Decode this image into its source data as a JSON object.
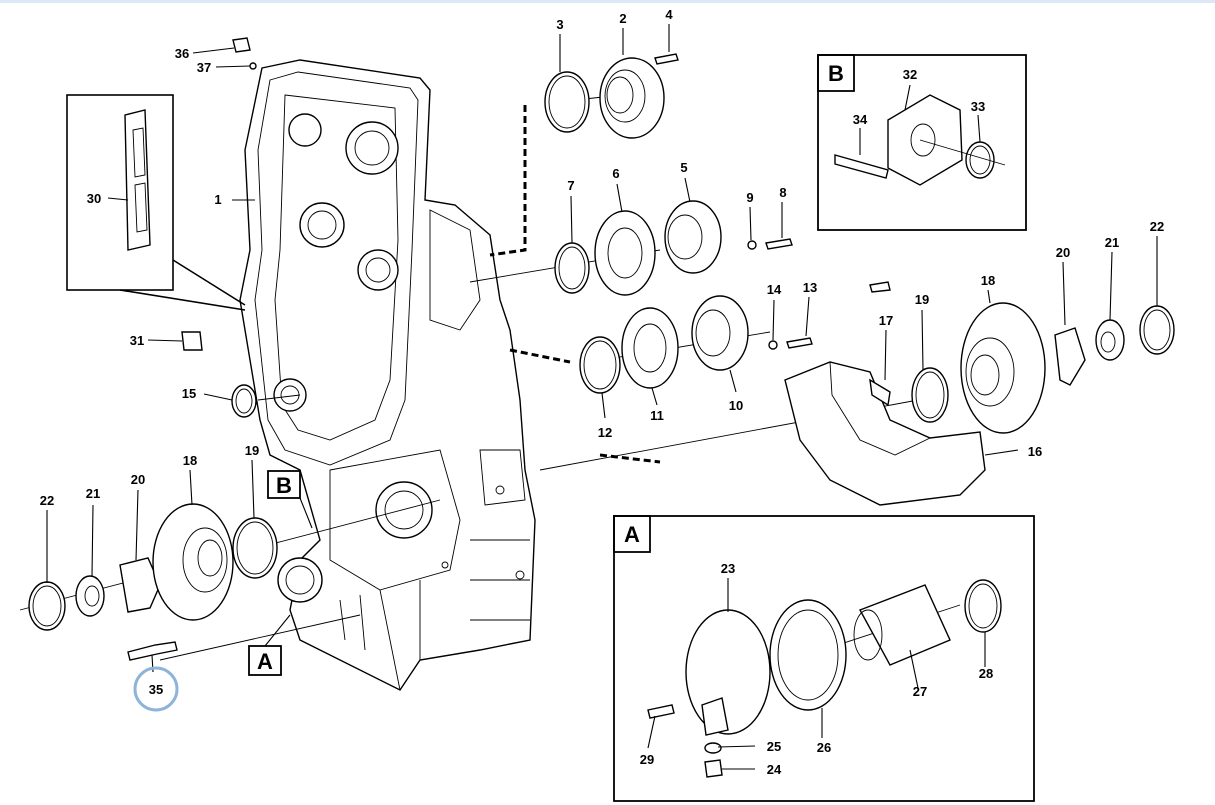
{
  "parts": {
    "p1": "1",
    "p2": "2",
    "p3": "3",
    "p4": "4",
    "p5": "5",
    "p6": "6",
    "p7": "7",
    "p8": "8",
    "p9": "9",
    "p10": "10",
    "p11": "11",
    "p12": "12",
    "p13": "13",
    "p14": "14",
    "p15": "15",
    "p16": "16",
    "p17": "17",
    "p18a": "18",
    "p19a": "19",
    "p20a": "20",
    "p21a": "21",
    "p22a": "22",
    "p18b": "18",
    "p19b": "19",
    "p20b": "20",
    "p21b": "21",
    "p22b": "22",
    "p23": "23",
    "p24": "24",
    "p25": "25",
    "p26": "26",
    "p27": "27",
    "p28": "28",
    "p29": "29",
    "p30": "30",
    "p31": "31",
    "p32": "32",
    "p33": "33",
    "p34": "34",
    "p35": "35",
    "p36": "36",
    "p37": "37"
  },
  "detail_boxes": {
    "a_inset": "A",
    "b_inset": "B",
    "a_callout": "A",
    "b_callout": "B"
  },
  "highlight": {
    "part": "35",
    "color": "#8fb4d9"
  }
}
